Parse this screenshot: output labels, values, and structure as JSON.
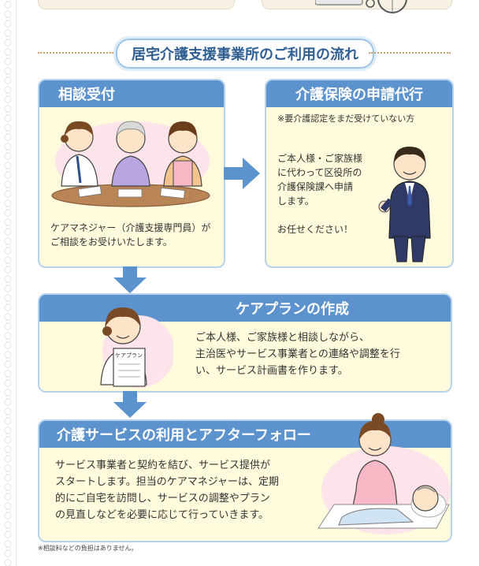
{
  "page": {
    "section_title": "居宅介護支援事業所のご利用の流れ",
    "note": "※相談料などの負担はありません。"
  },
  "steps": [
    {
      "title": "相談受付",
      "body": [
        "ケアマネジャー（介護支援専門員）が",
        "ご相談をお受けいたします。"
      ]
    },
    {
      "title": "介護保険の申請代行",
      "subnote": "※要介護認定をまだ受けていない方",
      "body": [
        "ご本人様・ご家族様",
        "に代わって区役所の",
        "介護保険課へ申請",
        "します。",
        "",
        "お任せください！"
      ]
    },
    {
      "title": "ケアプランの作成",
      "body": [
        "ご本人様、ご家族様と相談しながら、",
        "主治医やサービス事業者との連絡や調整を行",
        "い、サービス計画書を作ります。"
      ],
      "paper_label": "ケアプラン"
    },
    {
      "title": "介護サービスの利用とアフターフォロー",
      "body": [
        "サービス事業者と契約を結び、サービス提供が",
        "スタートします。担当のケアマネジャーは、定期",
        "的にご自宅を訪問し、サービスの調整やプラン",
        "の見直しなどを必要に応じて行っていきます。"
      ]
    }
  ],
  "colors": {
    "header_blue": "#5c93cf",
    "card_bg": "#fffbdc",
    "card_border": "#b7d3ec",
    "arrow_blue": "#5c93cf",
    "title_text": "#2f5f92"
  }
}
